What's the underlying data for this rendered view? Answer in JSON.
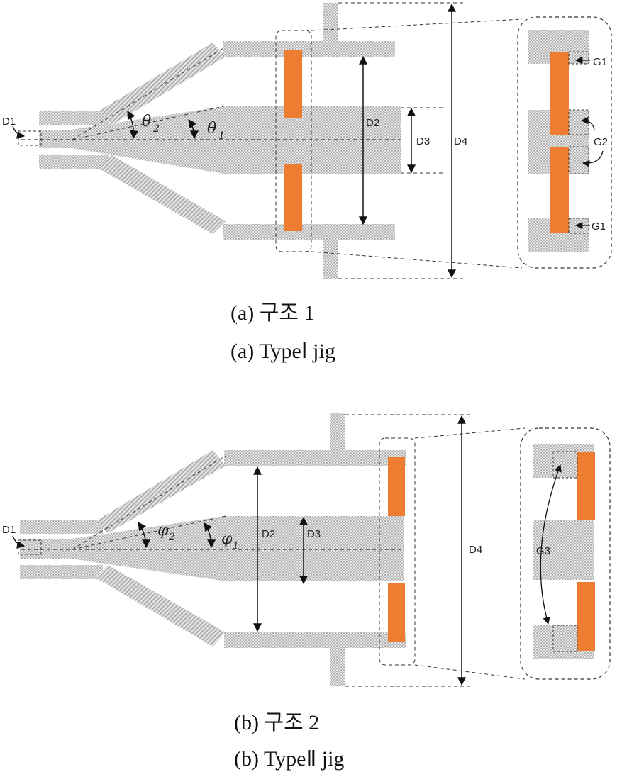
{
  "diagram_a": {
    "labels": {
      "d1": "D1",
      "d2": "D2",
      "d3": "D3",
      "d4": "D4",
      "g1_top": "G1",
      "g2": "G2",
      "g1_bottom": "G1",
      "theta2": "θ",
      "theta2_sub": "2",
      "theta1": "θ",
      "theta1_sub": "1"
    },
    "caption_korean": "(a)  구조  1",
    "caption_english": "(a)  TypeⅠ  jig"
  },
  "diagram_b": {
    "labels": {
      "d1": "D1",
      "d2": "D2",
      "d3": "D3",
      "d4": "D4",
      "g3": "G3",
      "phi2": "φ",
      "phi2_sub": "2",
      "phi1": "φ",
      "phi1_sub": "1"
    },
    "caption_korean": "(b)  구조  2",
    "caption_english": "(b)  TypeⅡ  jig"
  },
  "colors": {
    "electrode": "#ED7D31",
    "hatch_gray": "#c8c8c8",
    "line": "#111111"
  }
}
